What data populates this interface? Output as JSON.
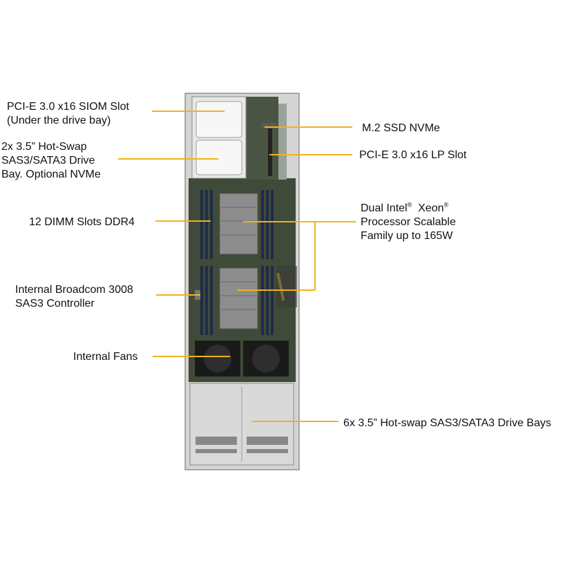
{
  "labels": {
    "siom_slot": [
      "PCI-E 3.0 x16 SIOM Slot",
      "(Under the drive bay)"
    ],
    "hot_swap_top": [
      "2x 3.5” Hot-Swap",
      "SAS3/SATA3 Drive",
      "Bay. Optional NVMe"
    ],
    "dimm_slots": [
      "12 DIMM Slots DDR4"
    ],
    "sas_controller": [
      "Internal  Broadcom 3008",
      "SAS3 Controller"
    ],
    "internal_fans": [
      "Internal  Fans"
    ],
    "m2_ssd": [
      "M.2 SSD NVMe"
    ],
    "lp_slot": [
      "PCI-E 3.0 x16 LP Slot"
    ],
    "processor": {
      "line1_a": "Dual Intel",
      "line1_sup1": "®",
      "line1_b": "  Xeon",
      "line1_sup2": "®",
      "line2": "Processor Scalable",
      "line3": "Family up to 165W"
    },
    "drive_bays": [
      "6x 3.5” Hot-swap  SAS3/SATA3 Drive Bays"
    ]
  },
  "colors": {
    "leader_line": "#F2B21B",
    "pcb": "#3f4a38",
    "chassis": "#c9c9c9",
    "background": "#ffffff"
  }
}
